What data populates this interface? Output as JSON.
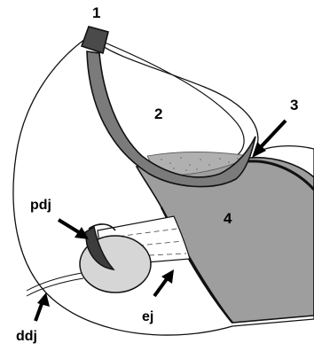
{
  "labels": {
    "part_1": "1",
    "part_2": "2",
    "part_3": "3",
    "part_4": "4",
    "pdj": "pdj",
    "ej": "ej",
    "ddj": "ddj"
  },
  "colors": {
    "outline": "#111111",
    "background": "#ffffff",
    "sclerite_dark": "#7b7b7b",
    "cap_dark": "#4a4a4a",
    "plate_gray": "#9e9e9e",
    "speckled_gray": "#b0b0b0",
    "disc_light": "#d6d6d6",
    "tip_dark": "#3c3c3c"
  }
}
